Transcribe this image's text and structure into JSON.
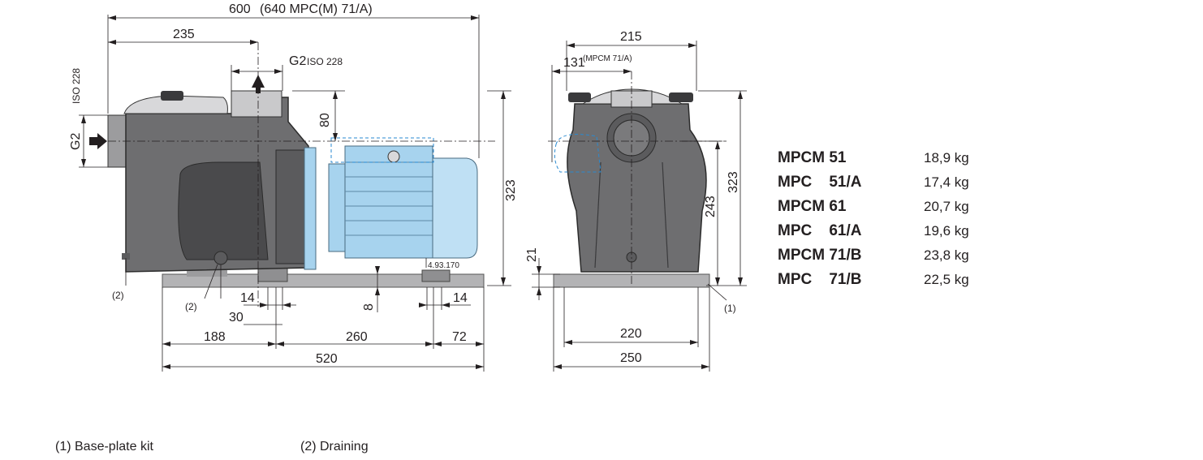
{
  "drawing": {
    "dimensions": {
      "overall_length": "600",
      "overall_length_alt": "(640  MPC(M) 71/A)",
      "inlet_axis": "235",
      "outlet_thread": "G2",
      "outlet_standard": "ISO 228",
      "inlet_standard": "ISO 228",
      "inlet_thread": "G2",
      "outlet_height": "80",
      "total_height": "323",
      "base_height": "21",
      "foot_width_left": "14",
      "foot_width_right": "14",
      "hole_offset": "30",
      "foot_thickness": "8",
      "base_left": "188",
      "base_middle": "260",
      "base_right": "72",
      "base_length": "520",
      "side_width": "215",
      "side_offset": "131",
      "side_offset_note": "(MPCM 71/A)",
      "axis_height": "243",
      "side_total_height": "323",
      "foot_spacing": "220",
      "foot_width": "250",
      "drawing_code": "4.93.170"
    },
    "callouts": {
      "draining_left": "(2)",
      "draining_mid": "(2)",
      "base_plate": "(1)"
    },
    "colors": {
      "pump_body": "#6e6e70",
      "pump_body_dark": "#4a4a4c",
      "cover": "#d8d8da",
      "motor": "#a7d3ee",
      "motor_dark": "#7fb9de",
      "base": "#b3b3b5",
      "dashed_blue": "#2a8ad0"
    }
  },
  "weights": [
    {
      "model": "MPCM 51",
      "weight": "18,9 kg"
    },
    {
      "model": "MPC    51/A",
      "weight": "17,4 kg"
    },
    {
      "model": "MPCM 61",
      "weight": "20,7 kg"
    },
    {
      "model": "MPC    61/A",
      "weight": "19,6 kg"
    },
    {
      "model": "MPCM 71/B",
      "weight": "23,8 kg"
    },
    {
      "model": "MPC    71/B",
      "weight": "22,5 kg"
    }
  ],
  "notes": {
    "base_plate": "(1) Base-plate kit",
    "draining": "(2)  Draining"
  }
}
